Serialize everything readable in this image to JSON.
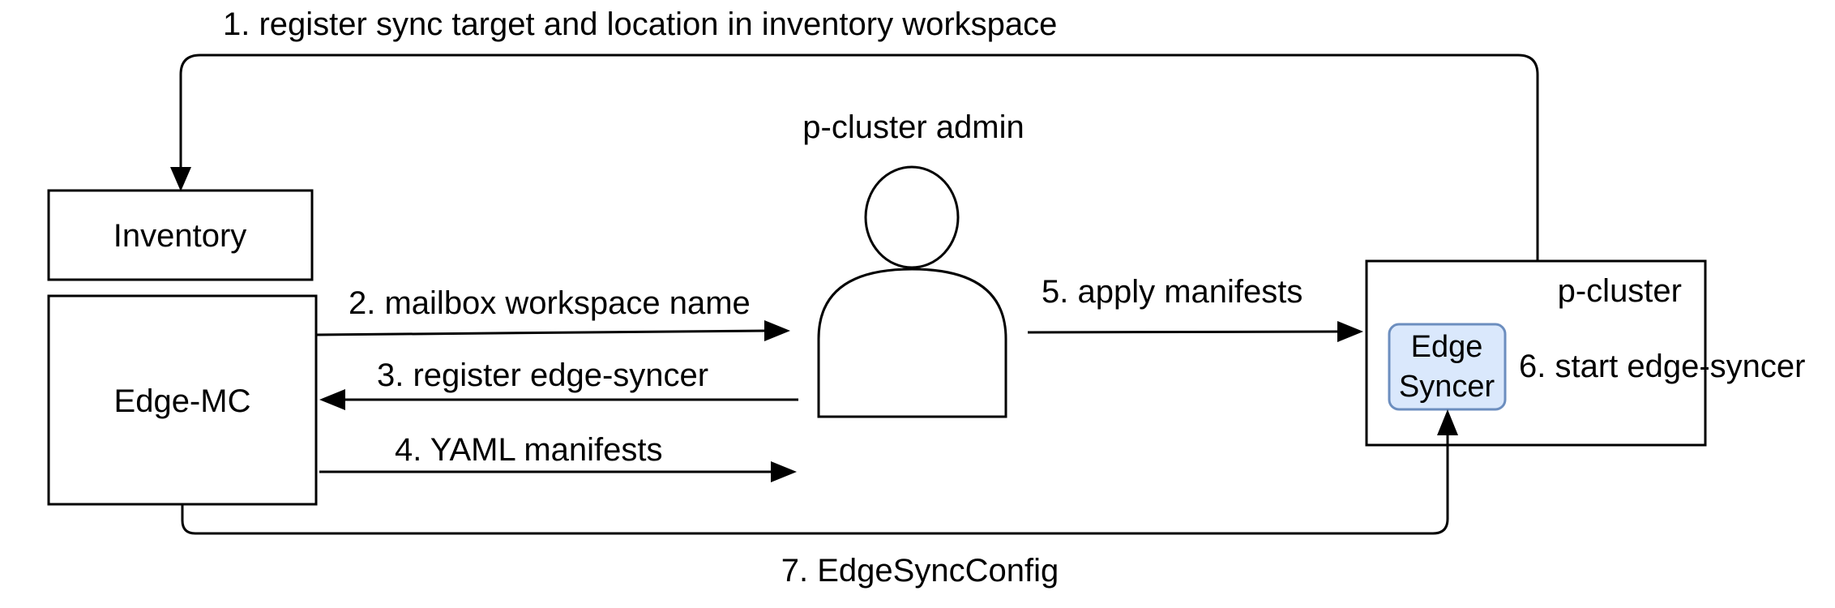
{
  "diagram": {
    "nodes": {
      "inventory": {
        "label": "Inventory"
      },
      "edge_mc": {
        "label": "Edge-MC"
      },
      "admin": {
        "label": "p-cluster admin"
      },
      "p_cluster": {
        "label": "p-cluster"
      },
      "edge_syncer": {
        "line1": "Edge",
        "line2": "Syncer"
      }
    },
    "edges": {
      "step1": "1. register sync target and location in inventory workspace",
      "step2": "2. mailbox workspace name",
      "step3": "3. register edge-syncer",
      "step4": "4. YAML manifests",
      "step5": "5. apply manifests",
      "step6": "6. start edge-syncer",
      "step7": "7. EdgeSyncConfig"
    },
    "colors": {
      "syncer_fill": "#dae8fc",
      "syncer_stroke": "#6c8ebf",
      "line": "#000000"
    }
  }
}
